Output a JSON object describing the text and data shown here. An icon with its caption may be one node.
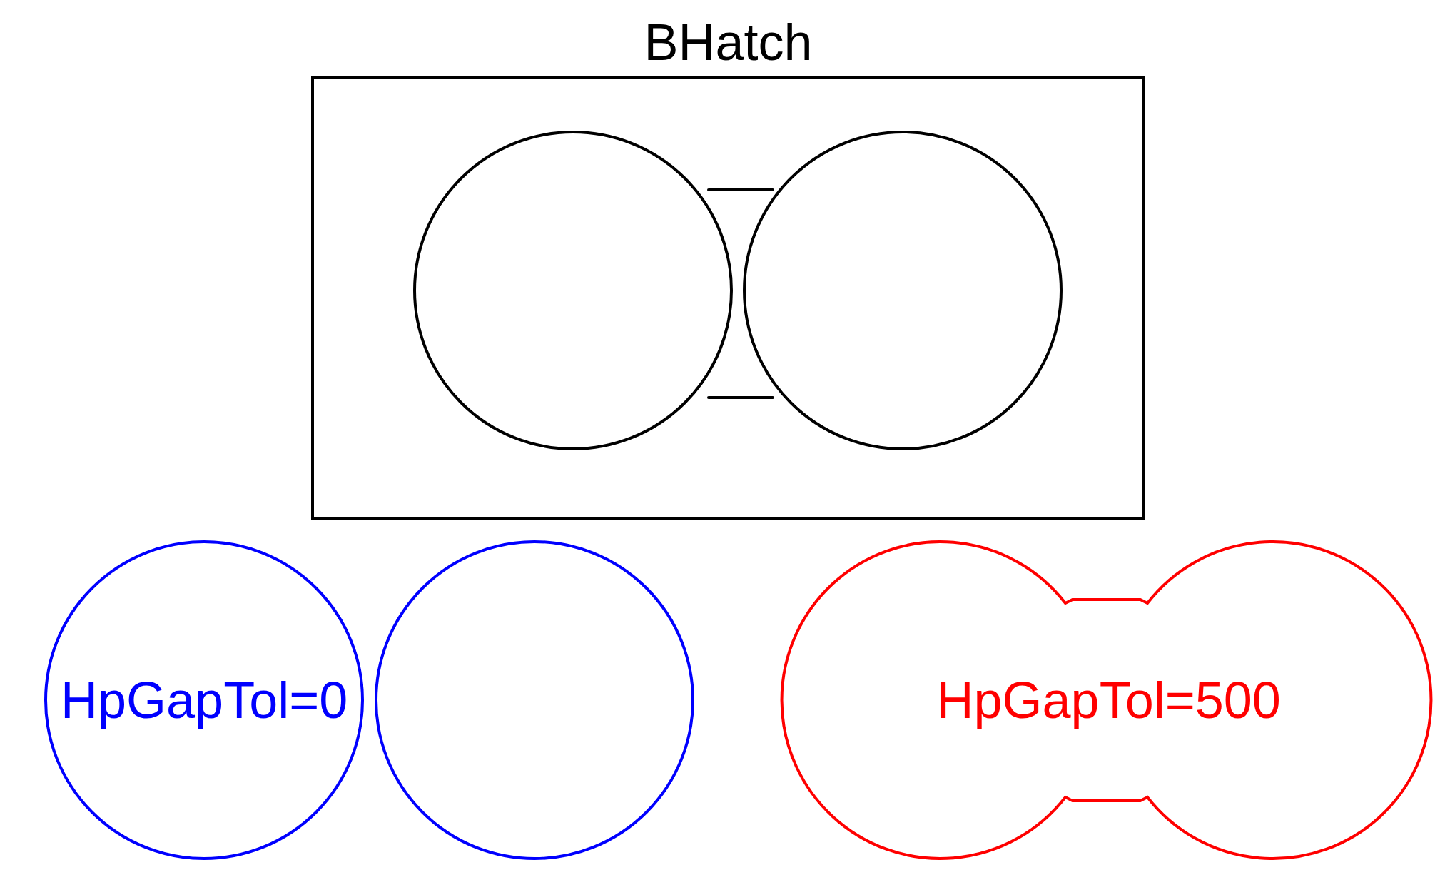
{
  "diagram": {
    "nodes": [
      {
        "text": [
          "BHatch"
        ]
      },
      {
        "text": [],
        "shape": "circle",
        "in": 0
      },
      {
        "text": [],
        "shape": "circle",
        "in": 0
      },
      {
        "text": [
          "HpGapTol=0"
        ]
      },
      {
        "text": [],
        "shape": "circle"
      },
      {
        "text": [
          "HpGapTol=500"
        ]
      }
    ]
  }
}
